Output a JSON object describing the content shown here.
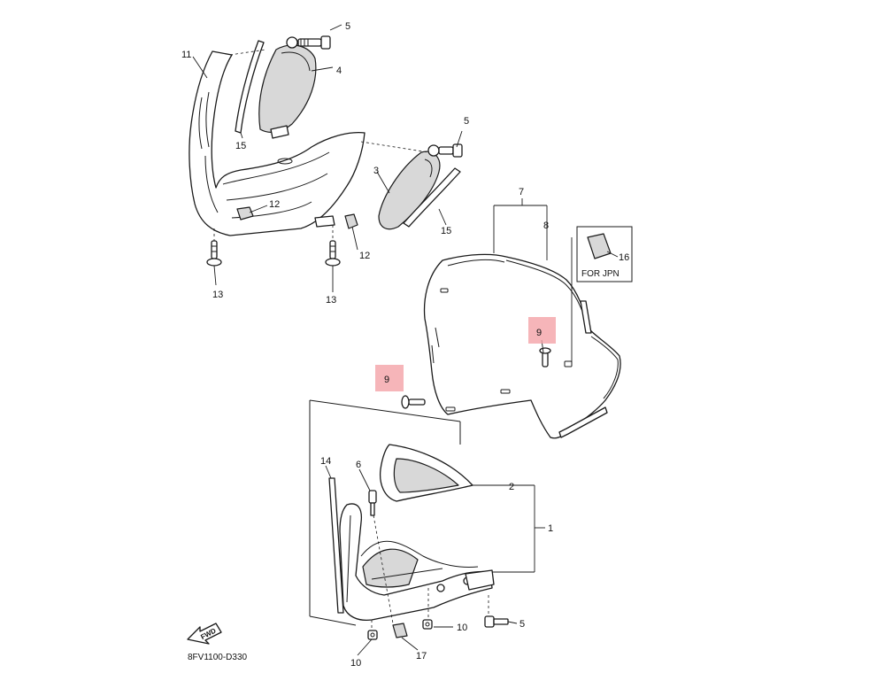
{
  "diagram": {
    "code": "8FV1100-D330",
    "fwd_label": "FWD",
    "note": "FOR JPN",
    "highlight_color": "#f4a3a8",
    "callouts": {
      "c1": "1",
      "c2": "2",
      "c3": "3",
      "c4": "4",
      "c5a": "5",
      "c5b": "5",
      "c5c": "5",
      "c6": "6",
      "c7": "7",
      "c8": "8",
      "c9a": "9",
      "c9b": "9",
      "c10a": "10",
      "c10b": "10",
      "c11": "11",
      "c12a": "12",
      "c12b": "12",
      "c13a": "13",
      "c13b": "13",
      "c14": "14",
      "c15a": "15",
      "c15b": "15",
      "c16": "16",
      "c17": "17"
    }
  }
}
